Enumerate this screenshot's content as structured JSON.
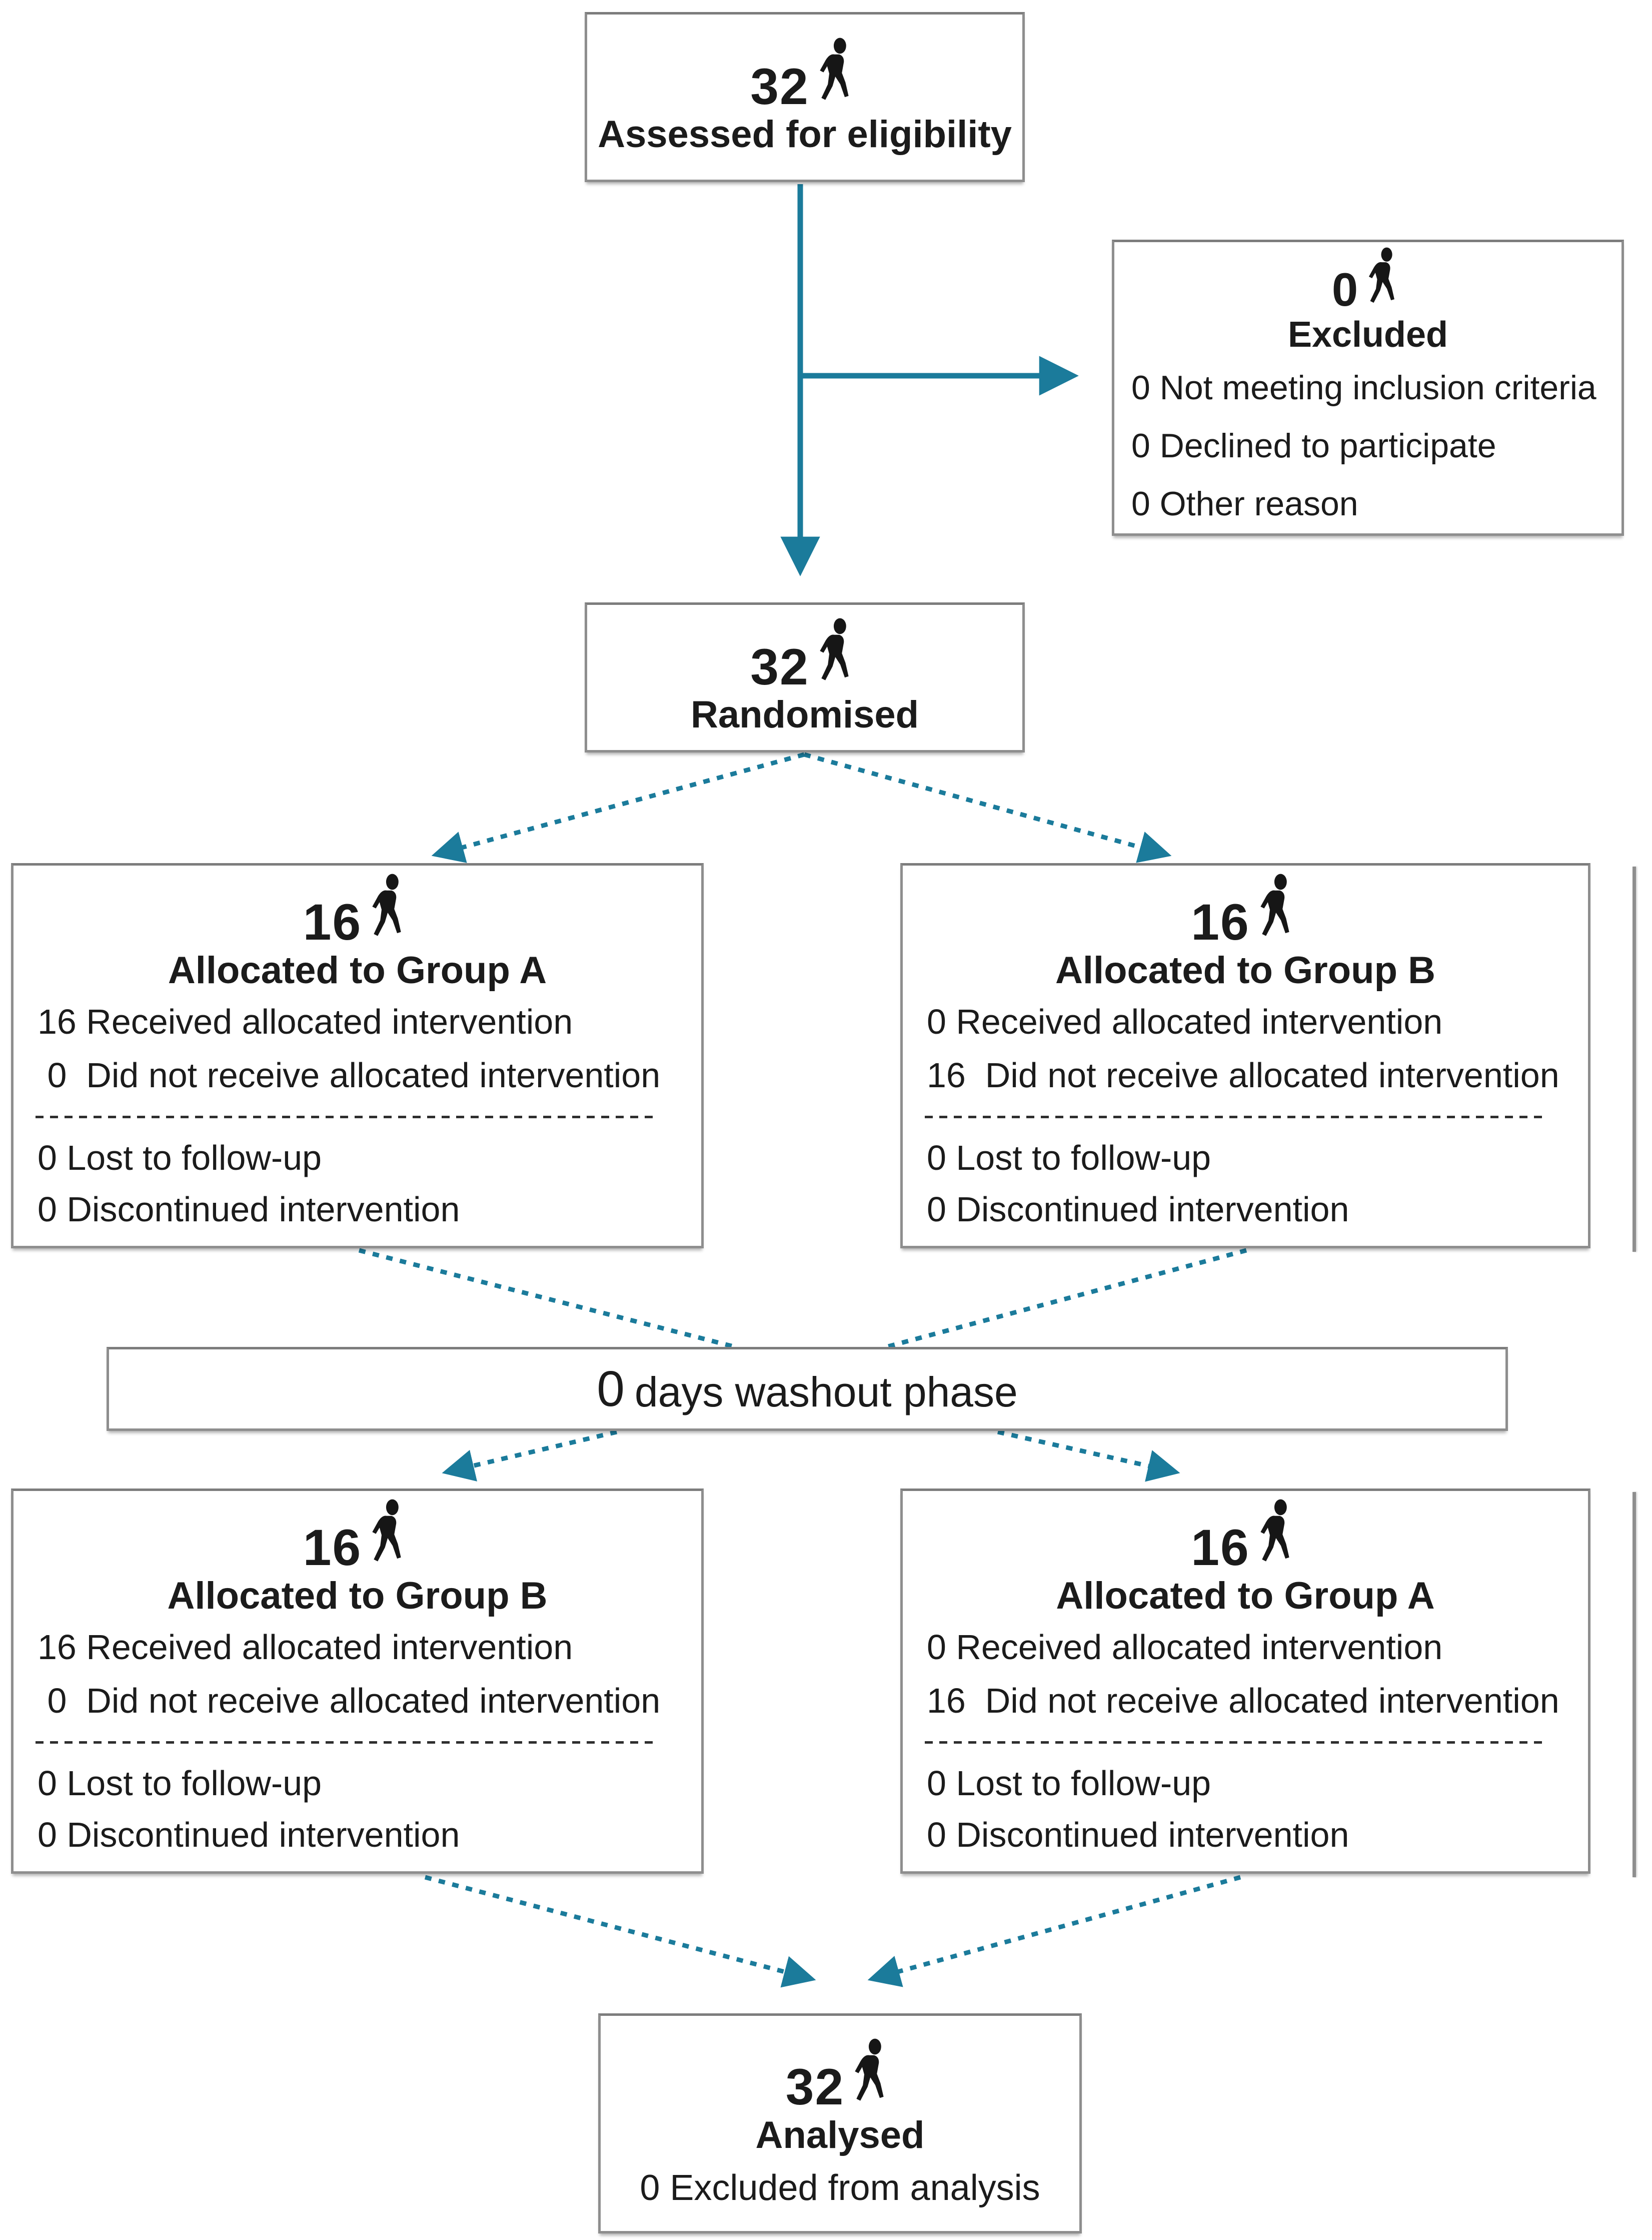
{
  "diagram": {
    "type": "consort-flow",
    "boxes": {
      "assessed": {
        "count": "32",
        "title": "Assessed for eligibility"
      },
      "excluded": {
        "count": "0",
        "title": "Excluded",
        "lines": [
          "0 Not meeting inclusion criteria",
          "0 Declined to participate",
          "0 Other reason"
        ]
      },
      "randomised": {
        "count": "32",
        "title": "Randomised"
      },
      "alloc1_left": {
        "count": "16",
        "title": "Allocated to Group A",
        "received": [
          "16 Received allocated intervention",
          " 0  Did not receive allocated intervention"
        ],
        "followup": [
          "0 Lost to follow-up",
          "0 Discontinued intervention"
        ]
      },
      "alloc1_right": {
        "count": "16",
        "title": "Allocated to Group B",
        "received": [
          "0 Received allocated intervention",
          "16  Did not receive allocated intervention"
        ],
        "followup": [
          "0 Lost to follow-up",
          "0 Discontinued intervention"
        ]
      },
      "washout": {
        "number": "0",
        "label": "days washout phase"
      },
      "alloc2_left": {
        "count": "16",
        "title": "Allocated to Group B",
        "received": [
          "16 Received allocated intervention",
          " 0  Did not receive allocated intervention"
        ],
        "followup": [
          "0 Lost to follow-up",
          "0 Discontinued intervention"
        ]
      },
      "alloc2_right": {
        "count": "16",
        "title": "Allocated to Group A",
        "received": [
          "0 Received allocated intervention",
          "16  Did not receive allocated intervention"
        ],
        "followup": [
          "0 Lost to follow-up",
          "0 Discontinued intervention"
        ]
      },
      "analysed": {
        "count": "32",
        "title": "Analysed",
        "lines": [
          "0 Excluded from analysis"
        ]
      }
    },
    "icons": {
      "person": "walking-person-icon"
    },
    "colors": {
      "arrow": "#1b7b9b",
      "border": "#8e8e8e",
      "text": "#1b1b1b"
    }
  }
}
